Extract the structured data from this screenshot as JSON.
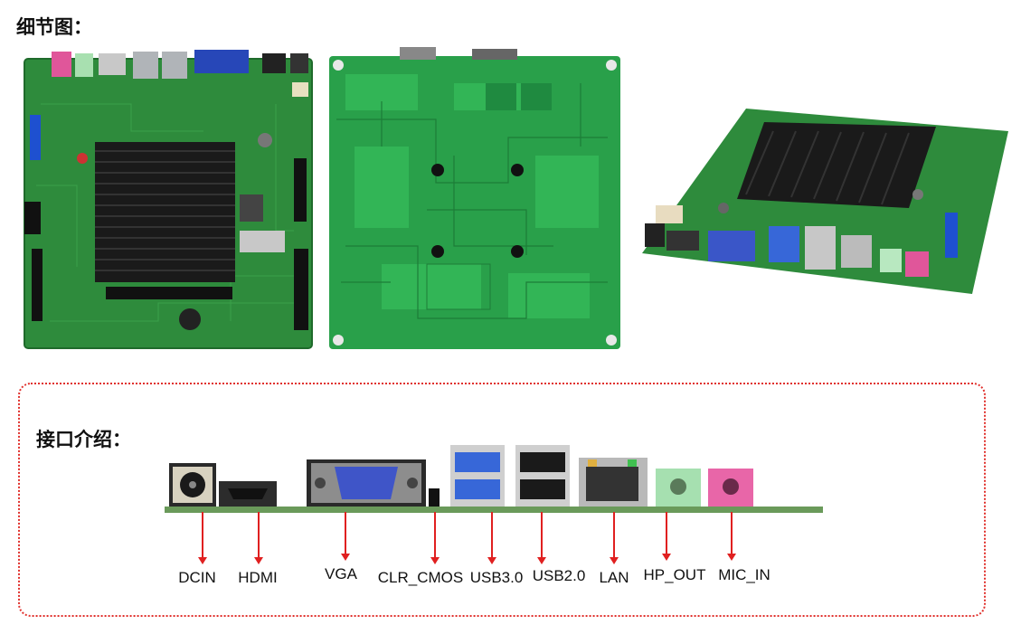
{
  "section_detail": {
    "title": "细节图："
  },
  "section_ports": {
    "title": "接口介绍："
  },
  "ports": [
    {
      "label": "DCIN"
    },
    {
      "label": "HDMI"
    },
    {
      "label": "VGA"
    },
    {
      "label": "CLR_CMOS"
    },
    {
      "label": "USB3.0"
    },
    {
      "label": "USB2.0"
    },
    {
      "label": "LAN"
    },
    {
      "label": "HP_OUT"
    },
    {
      "label": "MIC_IN"
    }
  ],
  "colors": {
    "accent_border": "#e0302c",
    "arrow": "#e02020",
    "pcb_green": "#2f8a3a"
  }
}
